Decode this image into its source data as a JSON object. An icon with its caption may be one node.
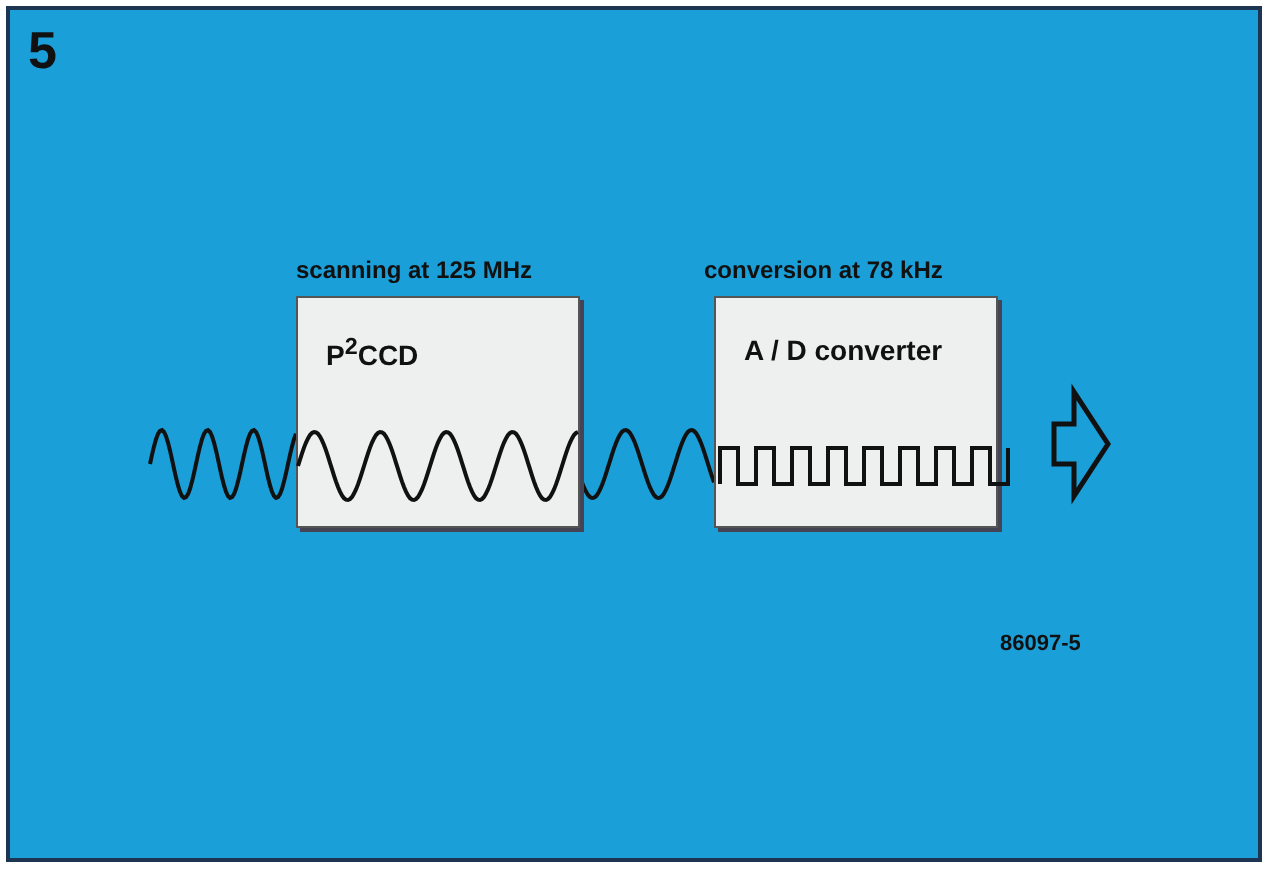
{
  "diagram": {
    "nodes": [
      {
        "text": [
          "P$^{2}$CCD"
        ],
        "beside": [
          "scanning at 125 MHz"
        ]
      },
      {
        "text": [
          "A / D converter"
        ],
        "beside": [
          "conversion at 78 kHz"
        ]
      }
    ],
    "edges": [
      {
        "from": null,
        "to": 0,
        "arrow": "none"
      },
      {
        "from": 0,
        "to": 1,
        "arrow": "none"
      }
    ],
    "labels": [
      "5",
      "86097-5"
    ]
  }
}
